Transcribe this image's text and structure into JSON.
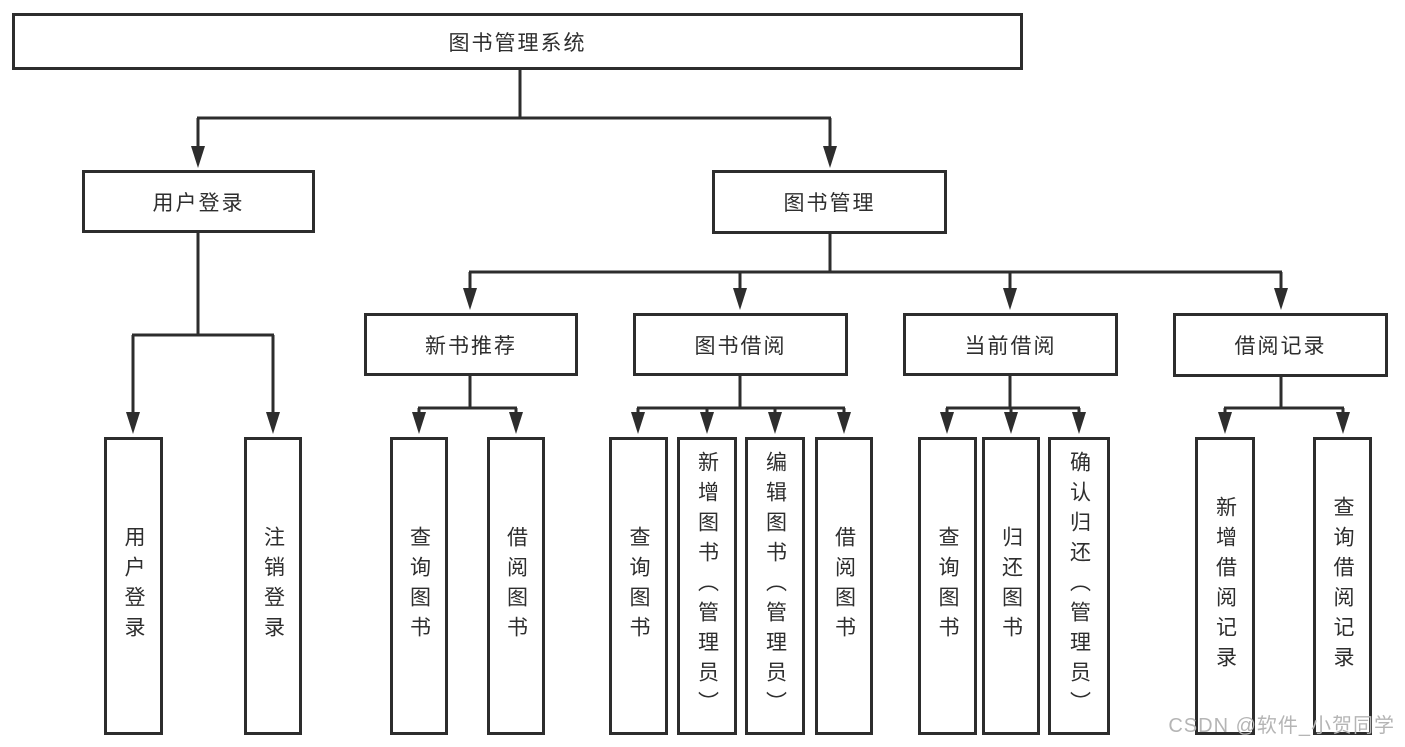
{
  "tree": {
    "root": {
      "label": "图书管理系统"
    },
    "user_branch": {
      "label": "用户登录",
      "children": [
        {
          "label": "用户登录"
        },
        {
          "label": "注销登录"
        }
      ]
    },
    "mgmt_branch": {
      "label": "图书管理",
      "groups": [
        {
          "label": "新书推荐",
          "children": [
            {
              "label": "查询图书"
            },
            {
              "label": "借阅图书"
            }
          ]
        },
        {
          "label": "图书借阅",
          "children": [
            {
              "label": "查询图书"
            },
            {
              "label": "新增图书（管理员）"
            },
            {
              "label": "编辑图书（管理员）"
            },
            {
              "label": "借阅图书"
            }
          ]
        },
        {
          "label": "当前借阅",
          "children": [
            {
              "label": "查询图书"
            },
            {
              "label": "归还图书"
            },
            {
              "label": "确认归还（管理员）"
            }
          ]
        },
        {
          "label": "借阅记录",
          "children": [
            {
              "label": "新增借阅记录"
            },
            {
              "label": "查询借阅记录"
            }
          ]
        }
      ]
    }
  },
  "watermark": {
    "text": "CSDN @软件_小贺同学"
  },
  "colors": {
    "line": "#2d2d2d",
    "box_border": "#2d2d2d",
    "text": "#2e2e2e",
    "background": "#ffffff",
    "watermark": "#b5b5b5"
  }
}
